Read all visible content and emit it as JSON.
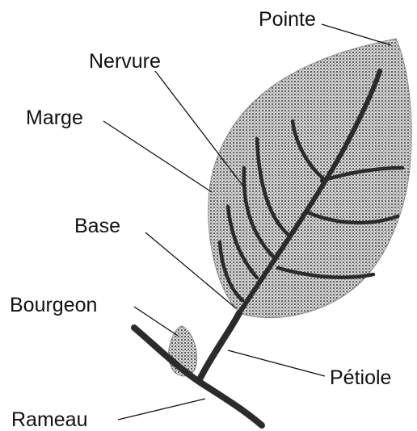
{
  "labels": {
    "pointe": "Pointe",
    "nervure": "Nervure",
    "marge": "Marge",
    "base": "Base",
    "bourgeon": "Bourgeon",
    "petiole": "Pétiole",
    "rameau": "Rameau"
  },
  "colors": {
    "ink": "#2b2b2b",
    "leaf_fill_light": "#dcdcdc",
    "leaf_dots": "#5a5a5a",
    "background": "#ffffff"
  }
}
